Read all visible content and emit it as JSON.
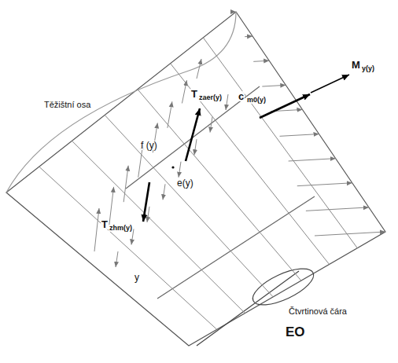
{
  "diagram": {
    "labels": [
      "Těžištní osa",
      "f (y)",
      "T",
      "zaer(y)",
      "c",
      "m0(y)",
      "M",
      "y(y)",
      "e(y)",
      "T",
      "zhm(y)",
      "y",
      "Čtvrtinová čára",
      "EO"
    ]
  }
}
